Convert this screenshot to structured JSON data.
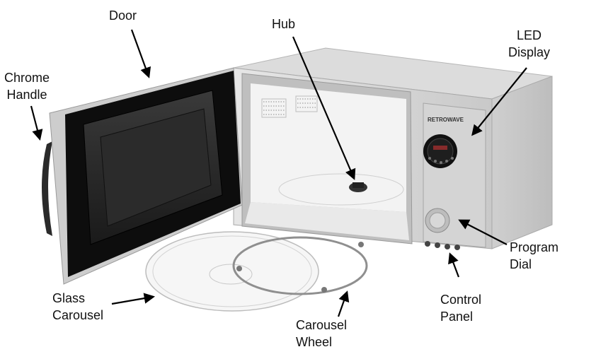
{
  "brand": "RETROWAVE",
  "labels": {
    "door": "Door",
    "chrome_handle": [
      "Chrome",
      "Handle"
    ],
    "hub": "Hub",
    "led_display": [
      "LED",
      "Display"
    ],
    "program_dial": [
      "Program",
      "Dial"
    ],
    "control_panel": [
      "Control",
      "Panel"
    ],
    "glass_carousel": [
      "Glass",
      "Carousel"
    ],
    "carousel_wheel": [
      "Carousel",
      "Wheel"
    ]
  },
  "colors": {
    "body": "#d9d9d9",
    "door_frame": "#0d0d0d",
    "interior": "#f2f2f2",
    "text": "#111111"
  }
}
